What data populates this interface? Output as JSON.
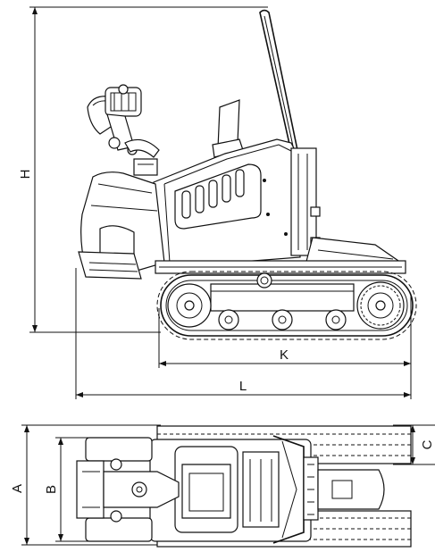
{
  "side_view": {
    "dimensions": {
      "height_label": "H",
      "track_length_label": "K",
      "overall_length_label": "L"
    }
  },
  "top_view": {
    "dimensions": {
      "overall_width_label": "A",
      "body_width_label": "B",
      "track_width_label": "C"
    }
  }
}
